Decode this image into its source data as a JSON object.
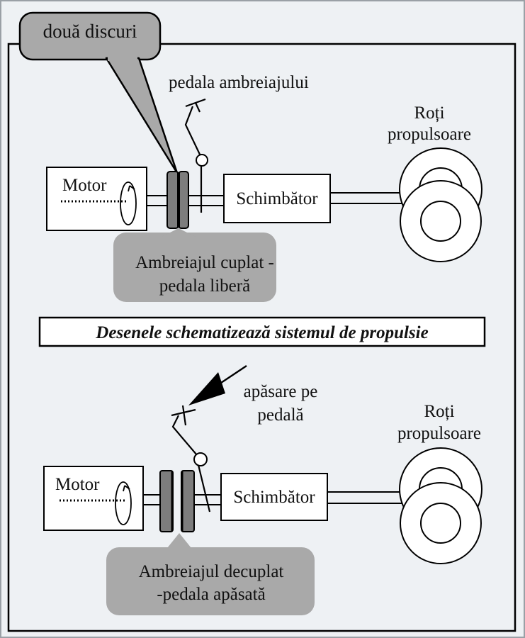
{
  "callout_top": "două discuri",
  "top": {
    "pedal_label": "pedala ambreiajului",
    "wheels_label": [
      "Roți",
      "propulsoare"
    ],
    "motor": "Motor",
    "gearbox": "Schimbător",
    "state_label": [
      "Ambreiajul cuplat -",
      "pedala liberă"
    ]
  },
  "caption": "Desenele schematizează sistemul de propulsie",
  "bottom": {
    "press_label": [
      "apăsare pe",
      "pedală"
    ],
    "wheels_label": [
      "Roți",
      "propulsoare"
    ],
    "motor": "Motor",
    "gearbox": "Schimbător",
    "state_label": [
      "Ambreiajul decuplat",
      "-pedala apăsată"
    ]
  },
  "colors": {
    "background": "#eef1f4",
    "frame": "#000000",
    "callout_fill": "#a9a9a9",
    "disc_fill": "#7d7d7d",
    "panel": "#ffffff"
  }
}
